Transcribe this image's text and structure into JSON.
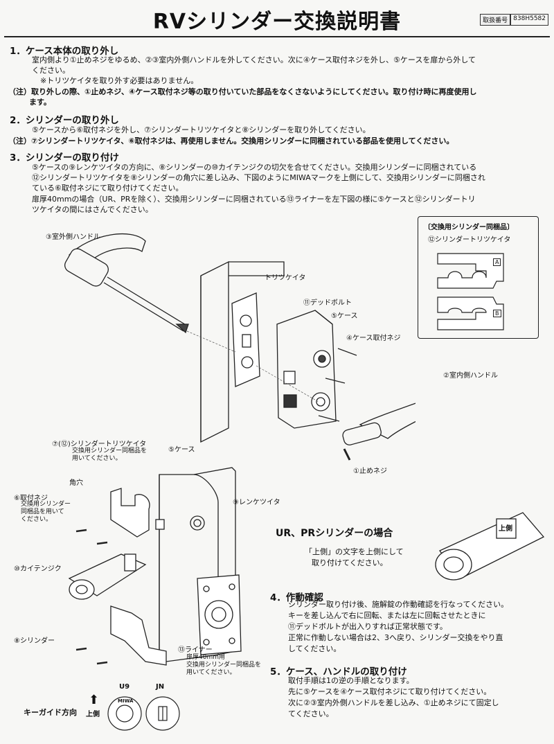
{
  "header": {
    "title": "RVシリンダー交換説明書",
    "doc_label": "取扱番号",
    "doc_number": "838H5582"
  },
  "s1": {
    "heading": "1．ケース本体の取り外し",
    "body_1": "室内側より①止めネジをゆるめ、②③室内外側ハンドルを外してください。次に④ケース取付ネジを外し、⑤ケースを扉から外して",
    "body_2": "ください。",
    "body_3": "※トリツケイタを取り外す必要はありません。",
    "note_1": "（注）取り外しの際、①止めネジ、④ケース取付ネジ等の取り付いていた部品をなくさないようにしてください。取り付け時に再度使用し",
    "note_2": "ます。"
  },
  "s2": {
    "heading": "2．シリンダーの取り外し",
    "body": "⑤ケースから⑥取付ネジを外し、⑦シリンダートリツケイタと⑧シリンダーを取り外してください。",
    "note": "（注）⑦シリンダートリツケイタ、⑥取付ネジは、再使用しません。交換用シリンダーに同梱されている部品を使用してください。"
  },
  "s3": {
    "heading": "3．シリンダーの取り付け",
    "body_1": "⑤ケースの⑨レンケツイタの方向に、⑧シリンダーの⑩カイテンジクの切欠を合せてください。交換用シリンダーに同梱されている",
    "body_2": "⑫シリンダートリツケイタを⑧シリンダーの角穴に差し込み、下図のようにMIWAマークを上側にして、交換用シリンダーに同梱され",
    "body_3": "ている⑥取付ネジにて取り付けてください。",
    "body_4": "扉厚40mmの場合（UR、PRを除く）、交換用シリンダーに同梱されている⑬ライナーを左下図の様に⑤ケースと⑫シリンダートリ",
    "body_5": "ツケイタの間にはさんでください。"
  },
  "labels": {
    "outer_handle": "③室外側ハンドル",
    "toritsukeita": "トリツケイタ",
    "deadbolt": "⑪デッドボルト",
    "case": "⑤ケース",
    "case_screw": "④ケース取付ネジ",
    "inner_handle": "②室内側ハンドル",
    "stop_screw": "①止めネジ",
    "cyl_plate": "⑦(⑫)シリンダートリツケイタ",
    "cyl_plate_note_1": "交換用シリンダー同梱品を",
    "cyl_plate_note_2": "用いてください。",
    "case2": "⑤ケース",
    "square_hole": "角穴",
    "mount_screw": "⑥取付ネジ",
    "mount_screw_note_1": "交換用シリンダー",
    "mount_screw_note_2": "同梱品を用いて",
    "mount_screw_note_3": "ください。",
    "link_plate": "⑨レンケツイタ",
    "rot_shaft": "⑩カイテンジク",
    "cylinder": "⑧シリンダー",
    "liner": "⑬ライナー",
    "liner_note_1": "扉厚40mm用",
    "liner_note_2": "交換用シリンダー同梱品を",
    "liner_note_3": "用いてください。",
    "key_guide": "キーガイド方向",
    "upper": "上側",
    "u9": "U9",
    "jn": "JN",
    "miwa": "MIWA",
    "ue_kanji": "上側"
  },
  "included_box": {
    "title": "〔交換用シリンダー同梱品〕",
    "item": "⑫シリンダートリツケイタ",
    "mark_a": "A",
    "mark_b": "B"
  },
  "ur_pr": {
    "heading": "UR、PRシリンダーの場合",
    "body_1": "「上側」の文字を上側にして",
    "body_2": "取り付けてください。"
  },
  "s4": {
    "heading": "4．作動確認",
    "body_1": "シリンダー取り付け後、施解錠の作動確認を行なってください。",
    "body_2": "キーを差し込んで右に回転、または左に回転させたときに",
    "body_3": "⑪デッドボルトが出入りすれば正常状態です。",
    "body_4": "正常に作動しない場合は2、3へ戻り、シリンダー交換をやり直",
    "body_5": "してください。"
  },
  "s5": {
    "heading": "5．ケース、ハンドルの取り付け",
    "body_1": "取付手順は1の逆の手順となります。",
    "body_2": "先に⑤ケースを④ケース取付ネジにて取り付けてください。",
    "body_3": "次に②③室内外側ハンドルを差し込み、①止めネジにて固定し",
    "body_4": "てください。"
  }
}
